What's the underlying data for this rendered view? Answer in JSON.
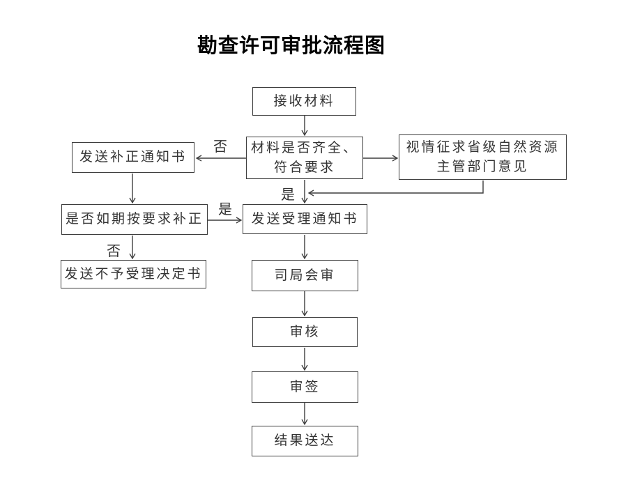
{
  "title": "勘查许可审批流程图",
  "colors": {
    "background": "#ffffff",
    "line": "#3d3d3d",
    "text": "#333333",
    "title_text": "#000000"
  },
  "nodes": {
    "receive": {
      "label": "接收材料"
    },
    "check": {
      "label": "材料是否齐全、\n符合要求"
    },
    "provincial": {
      "label": "视情征求省级自然资源\n主管部门意见"
    },
    "correction_notice": {
      "label": "发送补正通知书"
    },
    "timely_correction": {
      "label": "是否如期按要求补正"
    },
    "rejection_decision": {
      "label": "发送不予受理决定书"
    },
    "acceptance_notice": {
      "label": "发送受理通知书"
    },
    "dept_joint_review": {
      "label": "司局会审"
    },
    "review": {
      "label": "审核"
    },
    "sign_off": {
      "label": "审签"
    },
    "result_delivery": {
      "label": "结果送达"
    }
  },
  "edge_labels": {
    "check_to_correction": {
      "label": "否"
    },
    "check_to_acceptance": {
      "label": "是"
    },
    "timely_to_acceptance": {
      "label": "是"
    },
    "timely_to_rejection": {
      "label": "否"
    }
  }
}
